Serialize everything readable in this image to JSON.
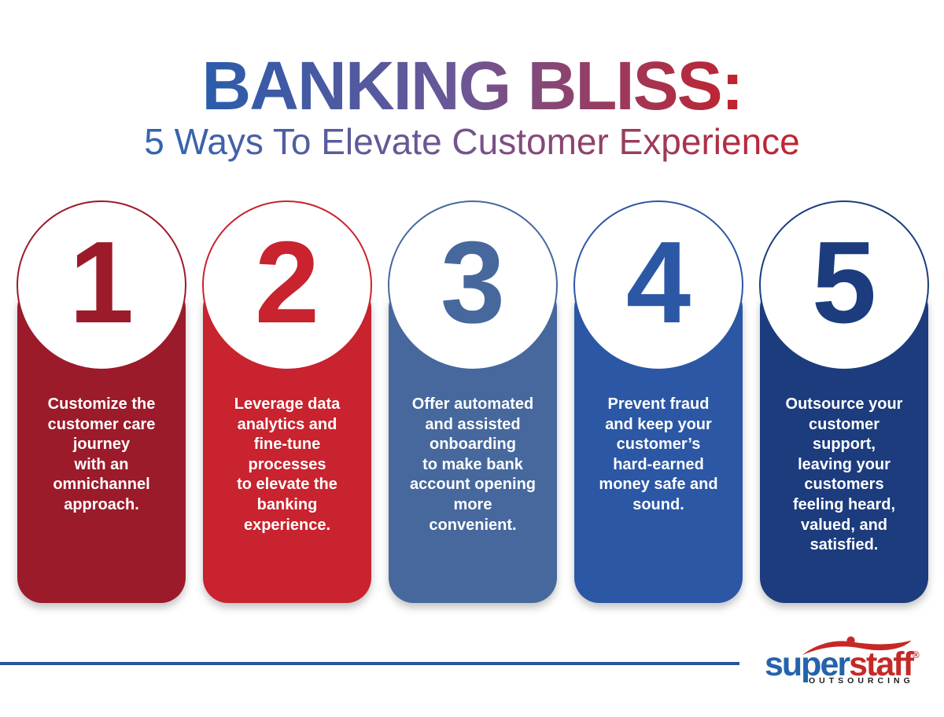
{
  "header": {
    "title": "BANKING BLISS:",
    "subtitle": "5 Ways To Elevate Customer Experience",
    "title_gradient": {
      "start": "#2A5CAC",
      "mid": "#6C5796",
      "end": "#C2222D"
    },
    "subtitle_gradient": {
      "start": "#2F66B0",
      "mid": "#72558F",
      "end": "#C2232E"
    }
  },
  "cards": [
    {
      "number": "1",
      "color": "#9B1B2A",
      "text": "Customize the\ncustomer care\njourney\nwith an\nomnichannel\napproach."
    },
    {
      "number": "2",
      "color": "#C8232E",
      "text": "Leverage data\nanalytics and\nfine-tune\nprocesses\nto elevate the\nbanking\nexperience."
    },
    {
      "number": "3",
      "color": "#46689D",
      "text": "Offer automated\nand assisted\nonboarding\nto make bank\naccount opening\nmore\nconvenient."
    },
    {
      "number": "4",
      "color": "#2B57A5",
      "text": "Prevent fraud\nand keep your\ncustomer’s\nhard-earned\nmoney safe and\nsound."
    },
    {
      "number": "5",
      "color": "#1C3C7E",
      "text": "Outsource your\ncustomer\nsupport,\nleaving your\ncustomers\nfeeling heard,\nvalued, and\nsatisfied."
    }
  ],
  "footer": {
    "line_color": "#27549E",
    "logo": {
      "word_super": "super",
      "word_staff": "staff",
      "registered_mark": "®",
      "tagline": "OUTSOURCING",
      "super_color": "#2463AC",
      "staff_color": "#C62828",
      "swoosh_color": "#C62828"
    }
  }
}
